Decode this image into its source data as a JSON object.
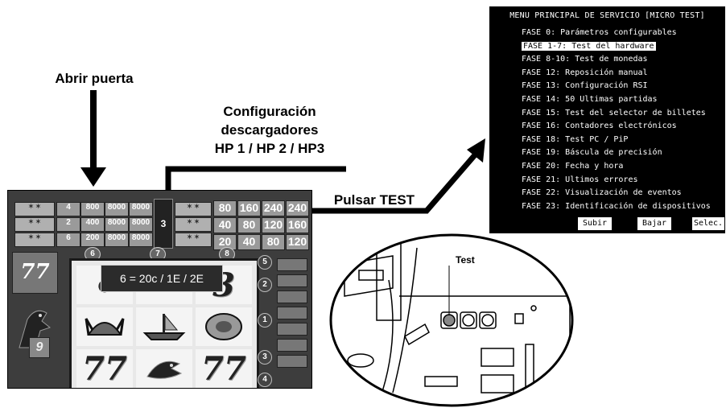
{
  "labels": {
    "open_door": "Abrir puerta",
    "config_line1": "Configuración",
    "config_line2": "descargadores",
    "config_line3": "HP 1 / HP 2 / HP3",
    "press_test": "Pulsar TEST",
    "test": "Test"
  },
  "display": {
    "hopper_value": "6 = 20c / 1E / 2E"
  },
  "menu": {
    "title": "MENU PRINCIPAL DE SERVICIO [MICRO TEST]",
    "items": [
      "FASE 0: Parámetros configurables",
      "FASE 1-7: Test del hardware",
      "FASE 8-10: Test de monedas",
      "FASE 12: Reposición manual",
      "FASE 13: Configuración RSI",
      "FASE 14: 50 Ultimas partidas",
      "FASE 15: Test del selector de billetes",
      "FASE 16: Contadores electrónicos",
      "FASE 18: Test PC / PiP",
      "FASE 19: Báscula de precisión",
      "FASE 20: Fecha y hora",
      "FASE 21: Ultimos errores",
      "FASE 22: Visualización de eventos",
      "FASE 23: Identificación de dispositivos"
    ],
    "selected_index": 1,
    "buttons": {
      "up": "Subir",
      "down": "Bajar",
      "select": "Selec."
    }
  },
  "machine": {
    "paytable_rows": [
      [
        "4",
        "800",
        "8000",
        "8000"
      ],
      [
        "2",
        "400",
        "8000",
        "8000"
      ],
      [
        "6",
        "200",
        "8000",
        "8000"
      ]
    ],
    "paytable_right": [
      [
        "80",
        "160",
        "240",
        "240"
      ],
      [
        "40",
        "80",
        "120",
        "160"
      ],
      [
        "20",
        "40",
        "80",
        "120"
      ]
    ],
    "center_digit": "3",
    "badges": [
      "6",
      "7",
      "8"
    ],
    "side_numbers": [
      "5",
      "2",
      "1",
      "3",
      "4"
    ],
    "left_digit": "9"
  }
}
